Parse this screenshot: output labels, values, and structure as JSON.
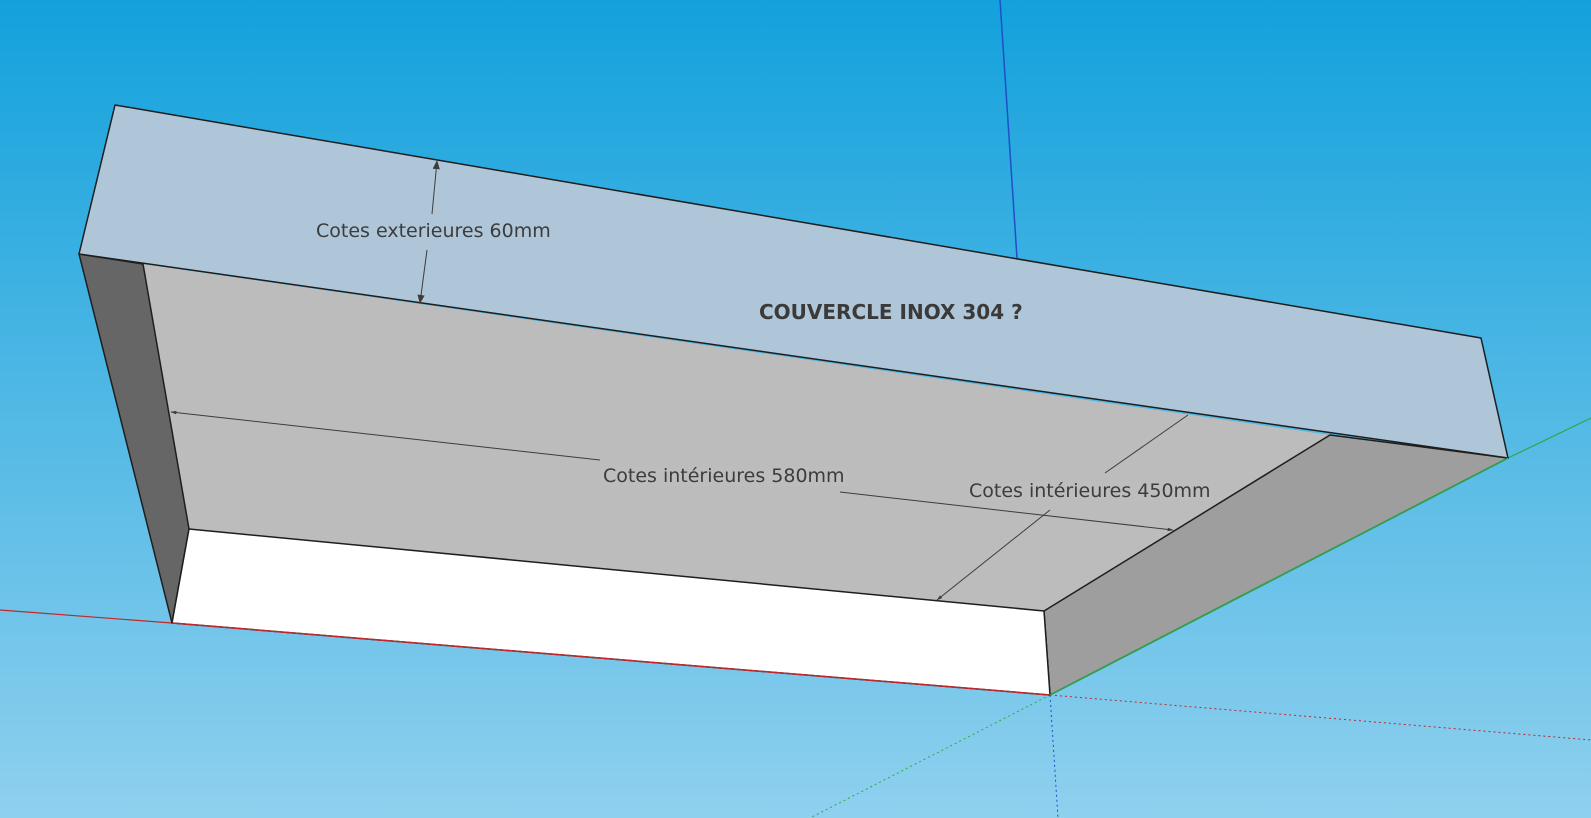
{
  "title": "COUVERCLE INOX 304 ?",
  "dimensions": {
    "exterior": "Cotes exterieures 60mm",
    "interior_length": "Cotes intérieures 580mm",
    "interior_width": "Cotes intérieures 450mm"
  },
  "colors": {
    "sky_top": "#13a1dc",
    "sky_bottom": "#8fd0ee",
    "top_face": "#aec6d8",
    "inner_face": "#bcbcbc",
    "left_face": "#666666",
    "right_face": "#9e9e9e",
    "front_face": "#ffffff",
    "axis_red": "#c0282a",
    "axis_green": "#2ca84a",
    "axis_blue": "#1f4fc8",
    "edge": "#1e1e1e",
    "dim_line": "#3c3c3c"
  }
}
